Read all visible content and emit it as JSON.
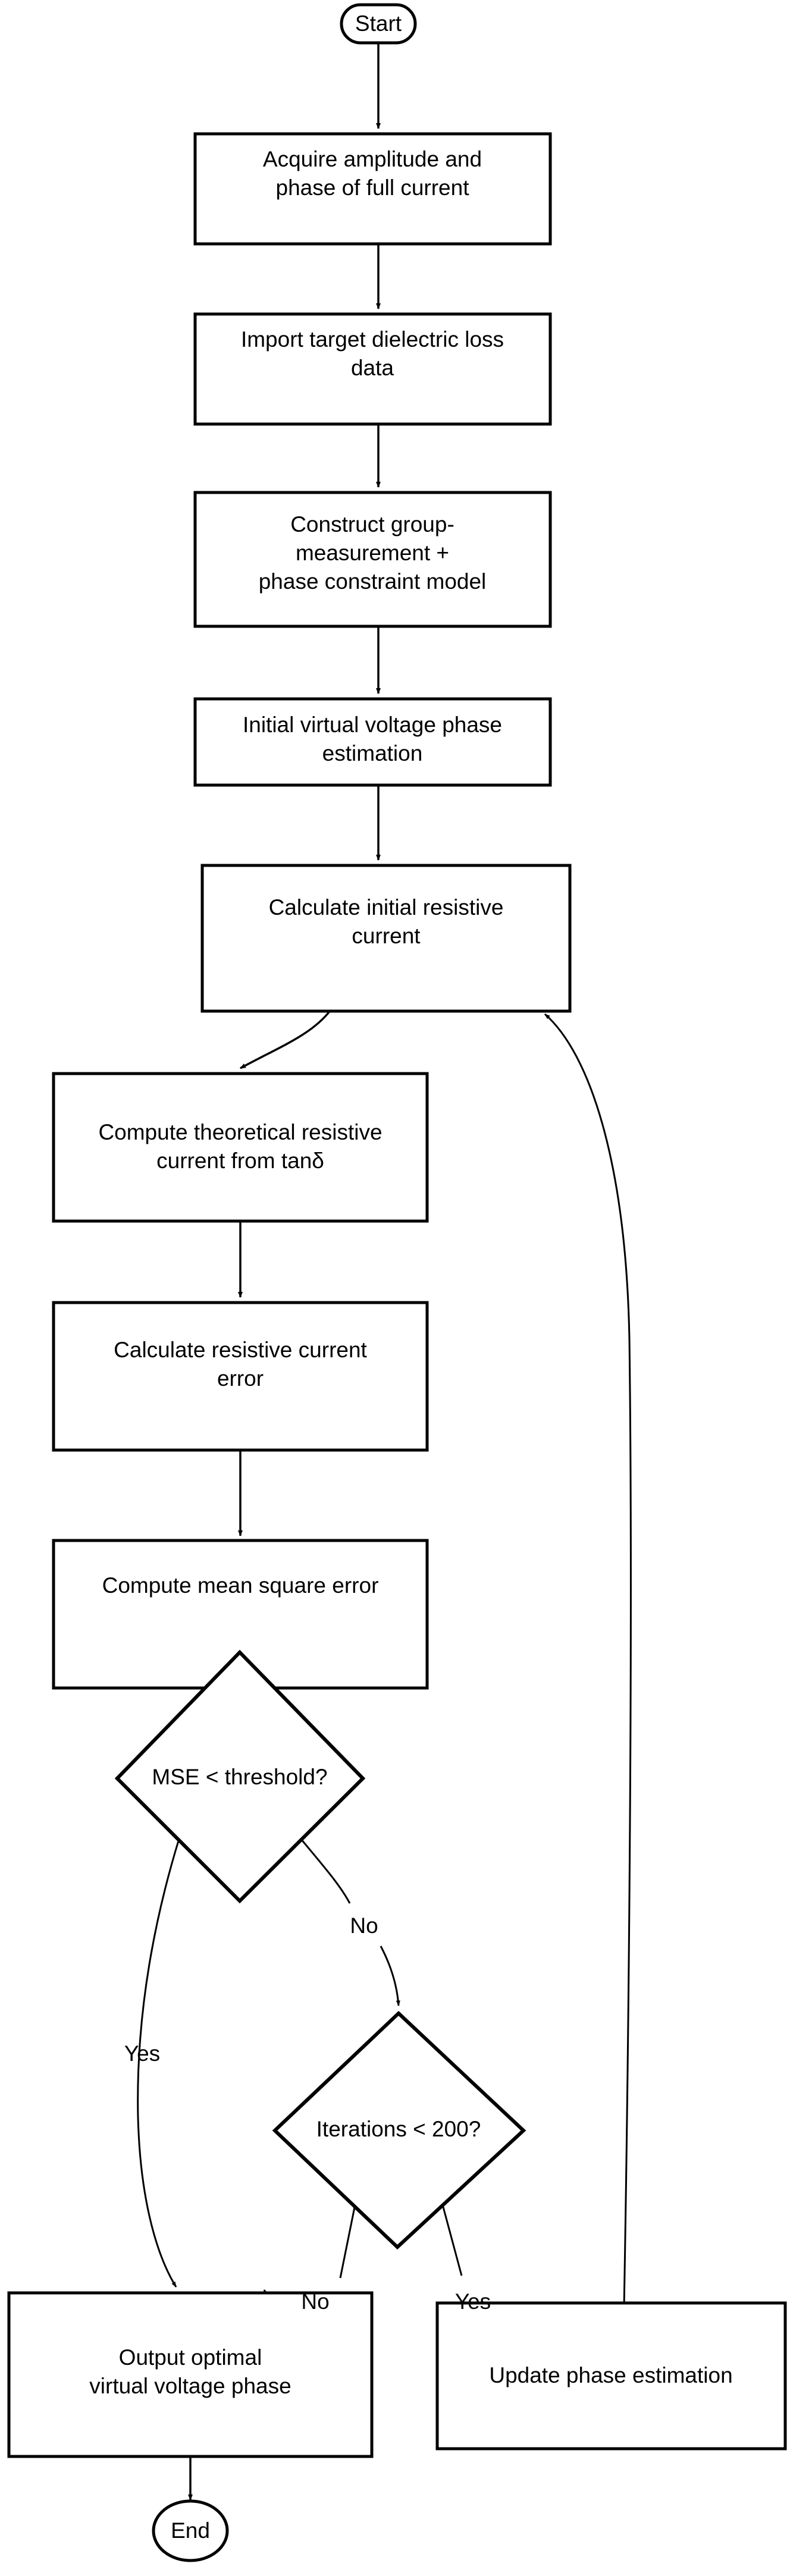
{
  "diagram": {
    "title": "Resistive current / virtual voltage phase estimation flowchart",
    "background_color": "#ffffff",
    "line_color": "#000000",
    "text_color": "#000000"
  },
  "nodes": {
    "start": {
      "label": "Start",
      "shape": "terminal"
    },
    "acquire": {
      "line1": "Acquire amplitude and",
      "line2": "phase of full current",
      "shape": "process"
    },
    "import": {
      "line1": "Import target dielectric loss",
      "line2": "data",
      "shape": "process"
    },
    "construct": {
      "line1": "Construct group-",
      "line2": "measurement +",
      "line3": "phase constraint model",
      "shape": "process"
    },
    "initial_phase": {
      "line1": "Initial virtual voltage phase",
      "line2": "estimation",
      "shape": "process"
    },
    "calc_initial": {
      "line1": "Calculate initial resistive",
      "line2": "current",
      "shape": "process"
    },
    "compute_theoretical": {
      "line1": "Compute theoretical resistive",
      "line2": "current from tanδ",
      "shape": "process"
    },
    "calc_error": {
      "line1": "Calculate resistive current",
      "line2": "error",
      "shape": "process"
    },
    "compute_mse": {
      "line1": "Compute mean square error",
      "shape": "process"
    },
    "mse_decision": {
      "label": "MSE < threshold?",
      "shape": "decision"
    },
    "iter_decision": {
      "label": "Iterations < 200?",
      "shape": "decision"
    },
    "output": {
      "line1": "Output optimal",
      "line2": "virtual voltage phase",
      "shape": "process"
    },
    "update": {
      "line1": "Update phase estimation",
      "shape": "process"
    },
    "end": {
      "label": "End",
      "shape": "terminal"
    }
  },
  "edge_labels": {
    "mse_yes": "Yes",
    "mse_no": "No",
    "iter_no": "No",
    "iter_yes": "Yes"
  }
}
